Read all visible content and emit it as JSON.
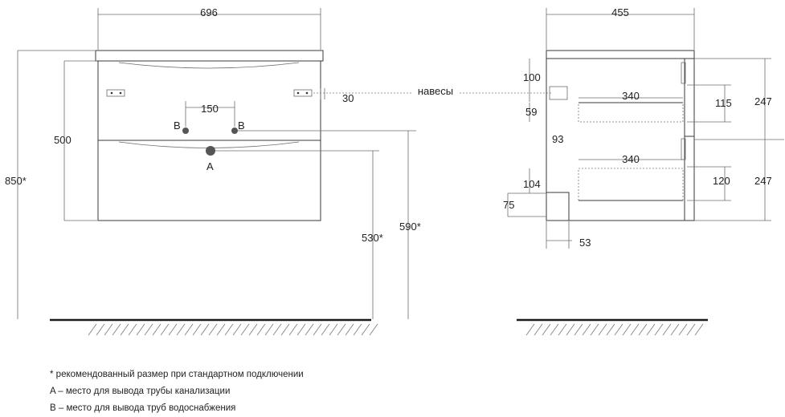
{
  "front_view": {
    "width": "696",
    "drawer_height": "500",
    "total_height": "850*",
    "pipe_spacing": "150",
    "hinge_offset": "30",
    "inlet_left_label": "B",
    "inlet_right_label": "B",
    "drain_label": "A",
    "drain_height": "530*",
    "inlet_height": "590*"
  },
  "hinges_label": "навесы",
  "side_view": {
    "depth": "455",
    "top_gap": "100",
    "upper_drawer_depth": "340",
    "upper_drawer_height": "115",
    "upper_section": "247",
    "upper_offset": "59",
    "middle_offset": "93",
    "lower_drawer_depth": "340",
    "lower_drawer_height": "120",
    "lower_section": "247",
    "lower_offset": "104",
    "bottom_offset": "75",
    "back_offset": "53"
  },
  "notes": {
    "recommended": "* рекомендованный размер при стандартном подключении",
    "drain": "A – место для вывода трубы канализации",
    "water": "B – место для вывода труб водоснабжения"
  },
  "colors": {
    "line": "#3a3a3a",
    "floor": "#1a1a1a",
    "pipe": "#555555"
  }
}
